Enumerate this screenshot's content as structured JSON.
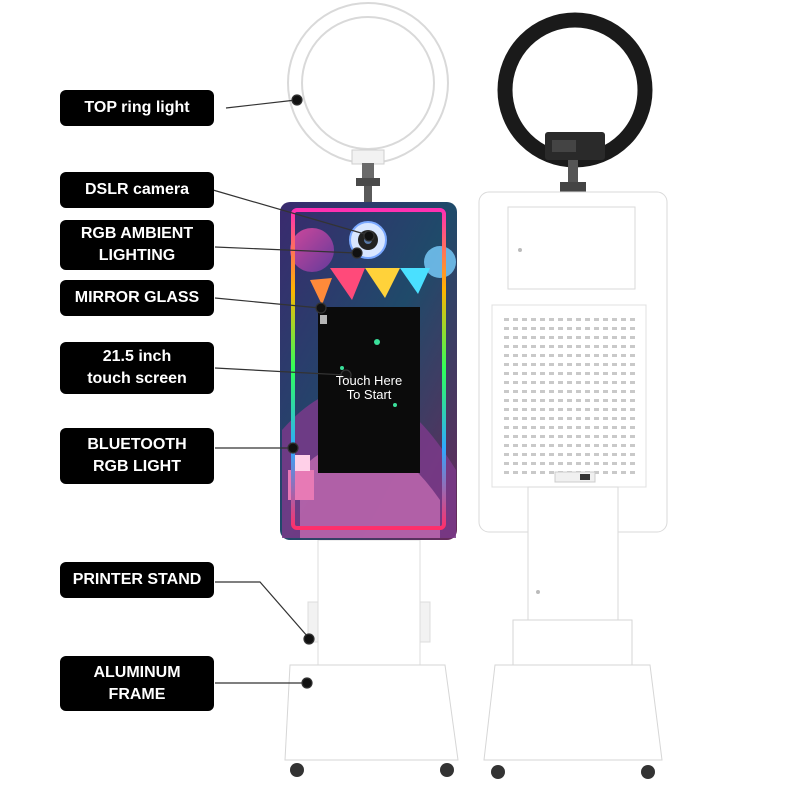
{
  "labels": {
    "top_ring_light": "TOP ring light",
    "dslr_camera": "DSLR camera",
    "rgb_ambient_lighting": "RGB AMBIENT\nLIGHTING",
    "mirror_glass": "MIRROR GLASS",
    "touch_screen": "21.5 inch\ntouch screen",
    "bluetooth_rgb_light": "BLUETOOTH\nRGB LIGHT",
    "printer_stand": "PRINTER STAND",
    "aluminum_frame": "ALUMINUM\nFRAME"
  },
  "screen_text": "Touch Here\nTo Start",
  "colors": {
    "label_bg": "#000000",
    "label_text": "#ffffff",
    "body_white": "#ffffff",
    "outline": "#d8d8d8",
    "dark_ring": "#1a1a1a"
  }
}
